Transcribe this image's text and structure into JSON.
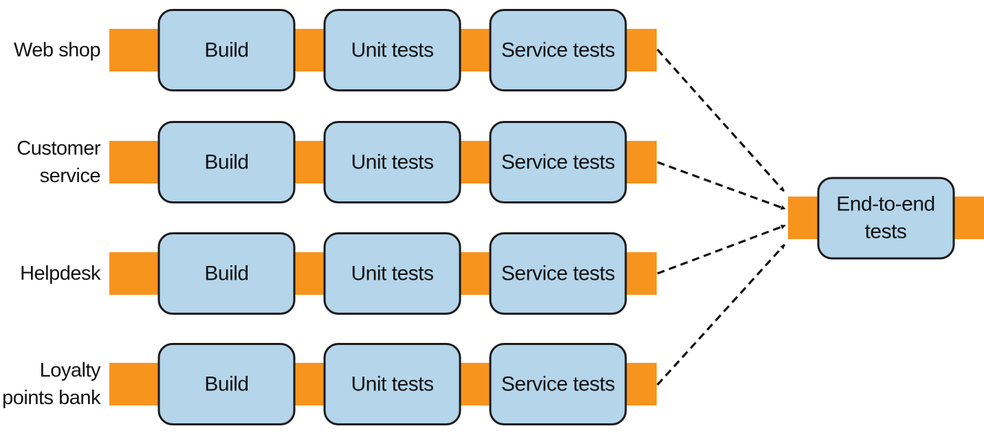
{
  "colors": {
    "pipe": "#F7941E",
    "stage_fill": "#B4D5EA",
    "stage_stroke": "#1A1A1A",
    "arrow": "#111111",
    "text": "#111111"
  },
  "pipelines": [
    {
      "name_lines": [
        "Web shop"
      ],
      "stages": [
        "Build",
        "Unit tests",
        "Service tests"
      ]
    },
    {
      "name_lines": [
        "Customer",
        "service"
      ],
      "stages": [
        "Build",
        "Unit tests",
        "Service tests"
      ]
    },
    {
      "name_lines": [
        "Helpdesk"
      ],
      "stages": [
        "Build",
        "Unit tests",
        "Service tests"
      ]
    },
    {
      "name_lines": [
        "Loyalty",
        "points bank"
      ],
      "stages": [
        "Build",
        "Unit tests",
        "Service tests"
      ]
    }
  ],
  "final_stage": {
    "label_lines": [
      "End-to-end",
      "tests"
    ]
  }
}
